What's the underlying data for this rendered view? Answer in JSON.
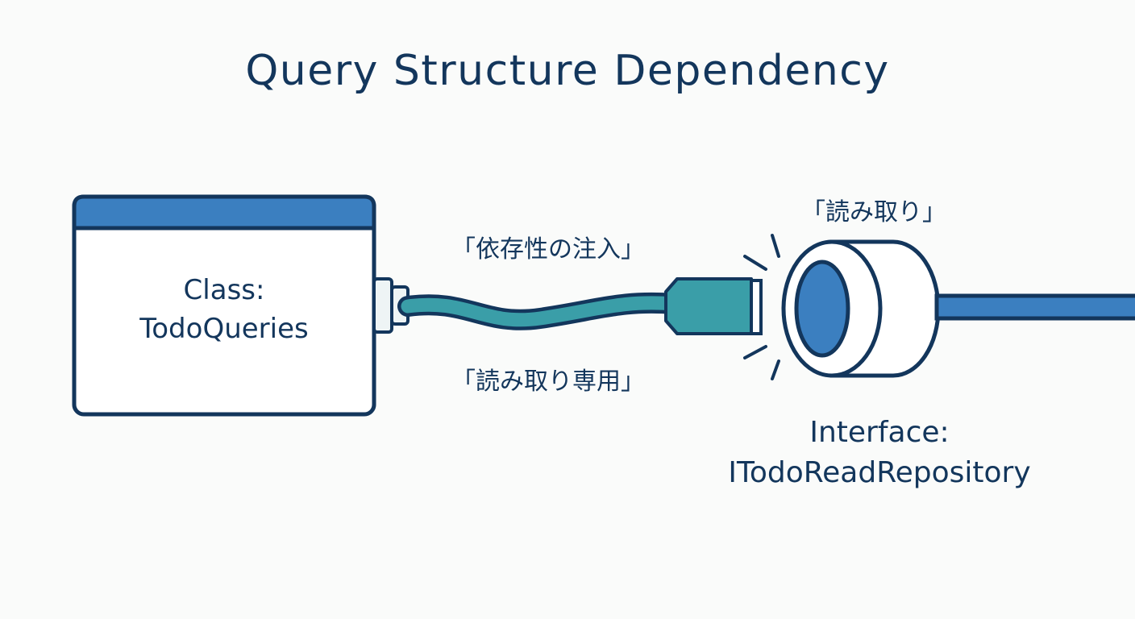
{
  "title": "Query Structure Dependency",
  "class_box": {
    "line1": "Class:",
    "line2": "TodoQueries"
  },
  "labels": {
    "injection": "「依存性の注入」",
    "read_only": "「読み取り専用」",
    "read": "「読み取り」"
  },
  "interface": {
    "line1": "Interface:",
    "line2": "ITodoReadRepository"
  },
  "colors": {
    "navy": "#13365c",
    "blue": "#3b7fc0",
    "teal": "#3a9ea8",
    "background": "#fafbfa"
  }
}
